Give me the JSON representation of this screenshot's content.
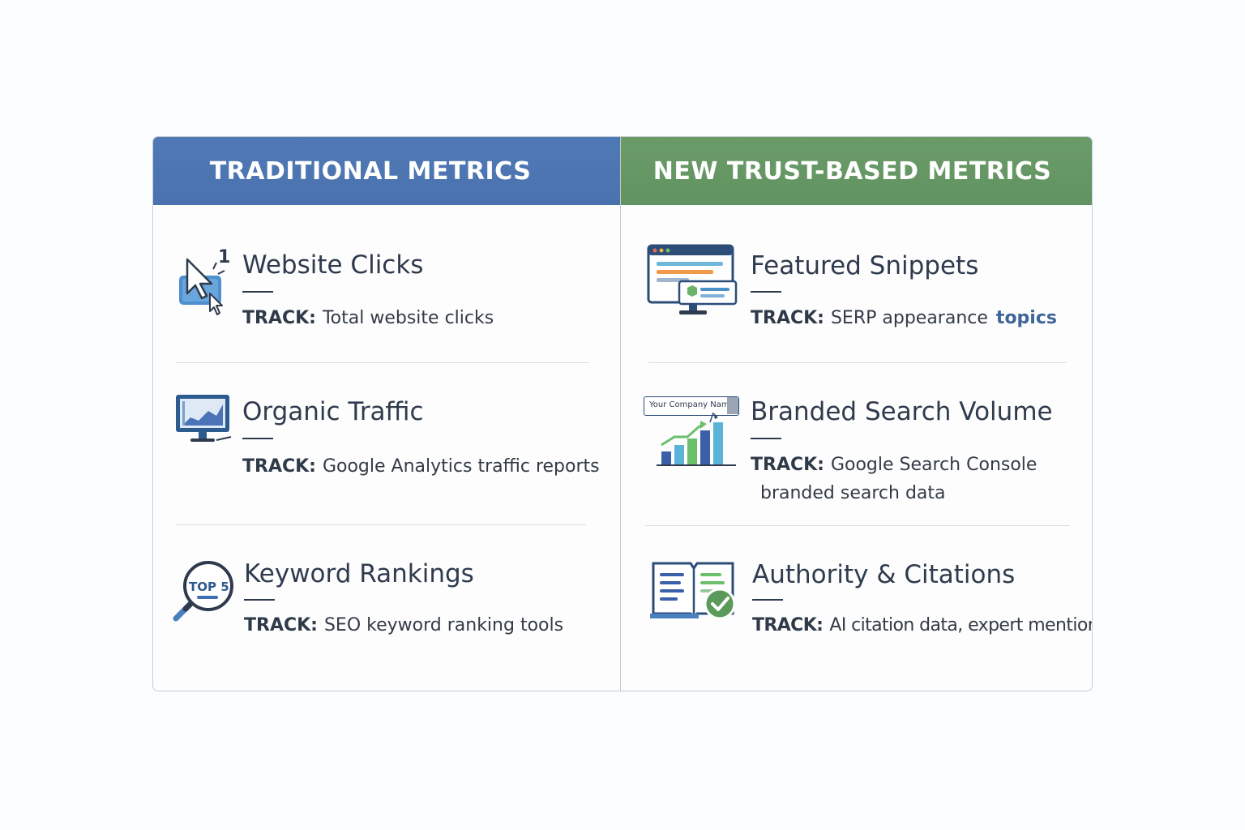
{
  "left": {
    "header": "TRADITIONAL METRICS",
    "items": [
      {
        "title": "Website Clicks",
        "track_label": "TRACK:",
        "track": "Total website clicks",
        "icon": "cursor-click-icon",
        "badge": "1"
      },
      {
        "title": "Organic Traffic",
        "track_label": "TRACK:",
        "track": "Google Analytics traffic reports",
        "icon": "monitor-chart-icon"
      },
      {
        "title": "Keyword Rankings",
        "track_label": "TRACK:",
        "track": "SEO keyword ranking tools",
        "icon": "magnifier-top5-icon",
        "badge": "TOP 5"
      }
    ]
  },
  "right": {
    "header": "NEW TRUST-BASED METRICS",
    "items": [
      {
        "title": "Featured Snippets",
        "track_label": "TRACK:",
        "track": "SERP appearance",
        "highlight": "topics",
        "icon": "browser-snippet-icon"
      },
      {
        "title": "Branded Search Volume",
        "track_label": "TRACK:",
        "track": "Google Search Console",
        "track_line2": "branded search data",
        "icon": "bar-chart-growth-icon",
        "bubble": "Your Company Name"
      },
      {
        "title": "Authority & Citations",
        "track_label": "TRACK:",
        "track": "AI citation data, expert mentions",
        "icon": "book-check-icon"
      }
    ]
  },
  "colors": {
    "traditional_header": "#4f79b5",
    "trust_header": "#6a9b68",
    "title_text": "#2f3b4d",
    "highlight": "#3f6599"
  }
}
